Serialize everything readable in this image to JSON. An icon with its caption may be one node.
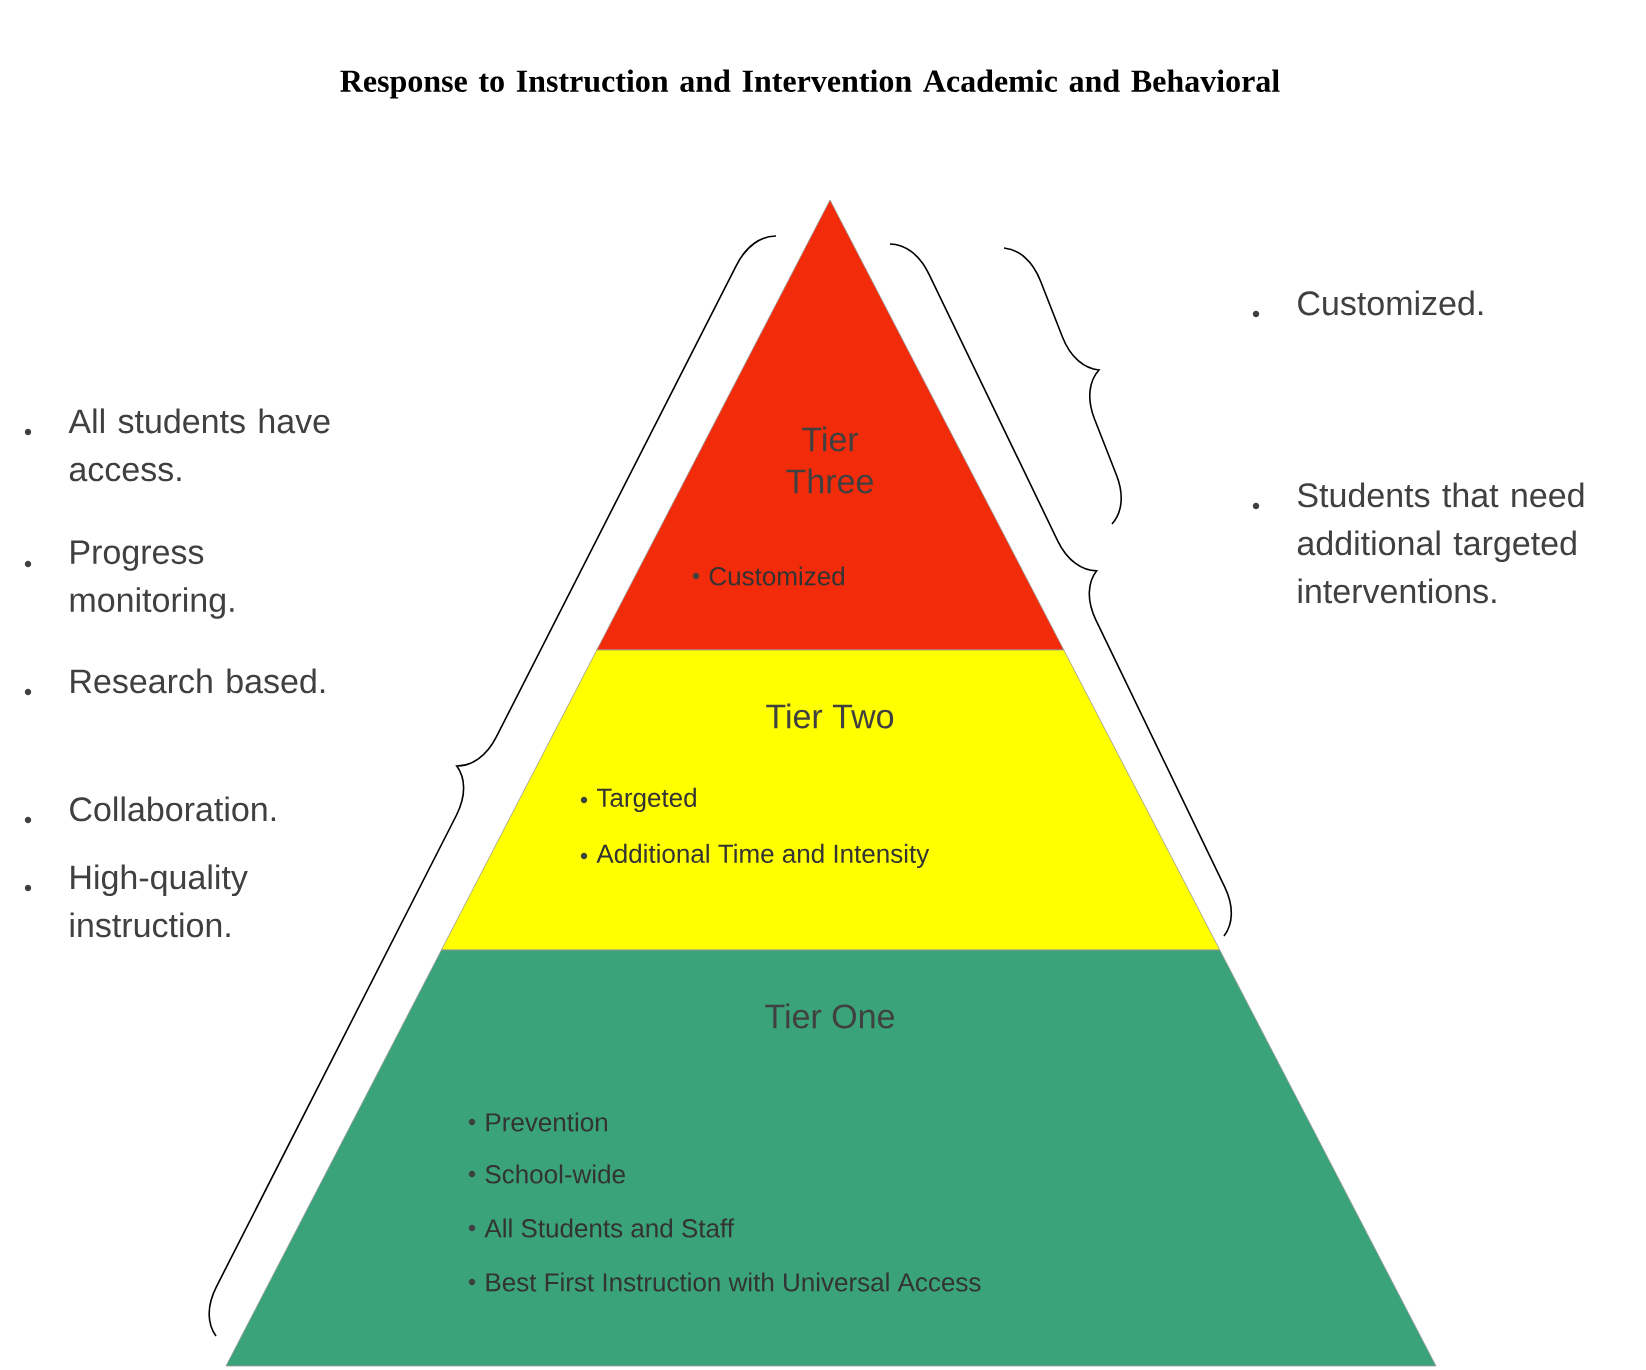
{
  "diagram": {
    "title": "Response to Instruction and Intervention Academic and Behavioral",
    "nodes": [
      {
        "text": [
          "Tier Three",
          "Customized"
        ]
      },
      {
        "text": [
          "Tier Two",
          "Targeted",
          "Additional Time and Intensity"
        ]
      },
      {
        "text": [
          "Tier One",
          "Prevention",
          "School-wide",
          "All Students and Staff",
          "Best First Instruction with Universal Access"
        ]
      }
    ],
    "edges": [],
    "labels": [
      "All students have access.",
      "Progress monitoring.",
      "Research based.",
      "Collaboration.",
      "High-quality instruction.",
      "Customized.",
      "Students that need additional targeted interventions."
    ]
  }
}
